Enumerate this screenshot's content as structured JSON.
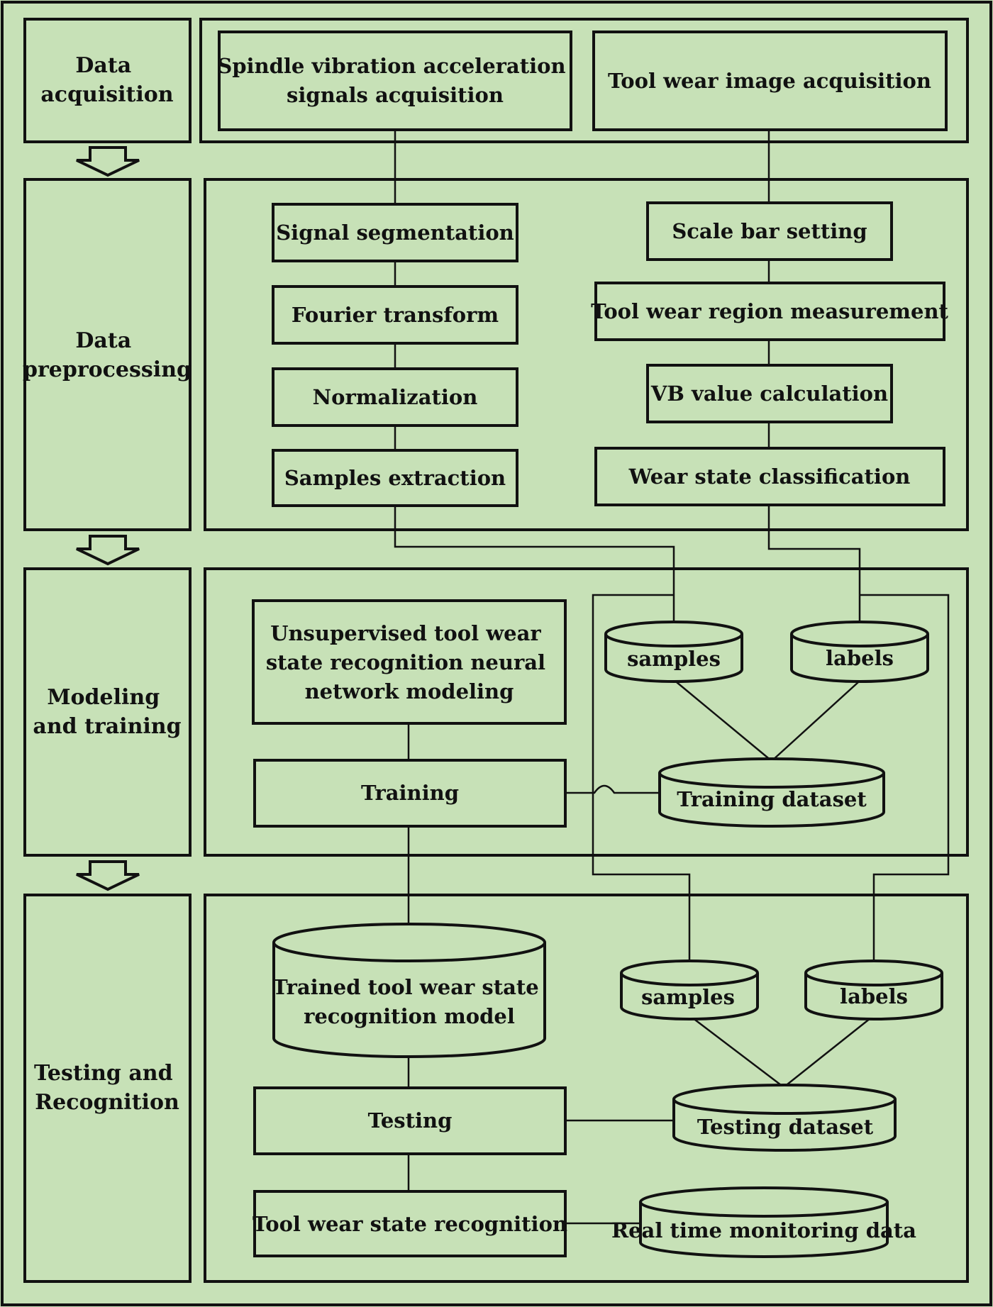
{
  "stages": {
    "acquisition": [
      "Data",
      "acquisition"
    ],
    "preprocessing": [
      "Data",
      "preprocessing"
    ],
    "modeling": [
      "Modeling",
      "and training"
    ],
    "testing": [
      "Testing and",
      "Recognition"
    ]
  },
  "acquisition": {
    "spindle": [
      "Spindle vibration acceleration",
      "signals acquisition"
    ],
    "image": "Tool wear image acquisition"
  },
  "preprocessing": {
    "signal_steps": [
      "Signal segmentation",
      "Fourier transform",
      "Normalization",
      "Samples extraction"
    ],
    "image_steps": [
      "Scale bar setting",
      "Tool wear region measurement",
      "VB value calculation",
      "Wear state classification"
    ]
  },
  "modeling": {
    "network": [
      "Unsupervised tool wear",
      "state recognition neural",
      "network modeling"
    ],
    "training": "Training",
    "samples": "samples",
    "labels": "labels",
    "dataset": "Training dataset"
  },
  "testing": {
    "model": [
      "Trained tool wear state",
      "recognition model"
    ],
    "testing": "Testing",
    "recognition": "Tool wear state recognition",
    "samples": "samples",
    "labels": "labels",
    "dataset": "Testing dataset",
    "realtime": "Real time monitoring data"
  }
}
